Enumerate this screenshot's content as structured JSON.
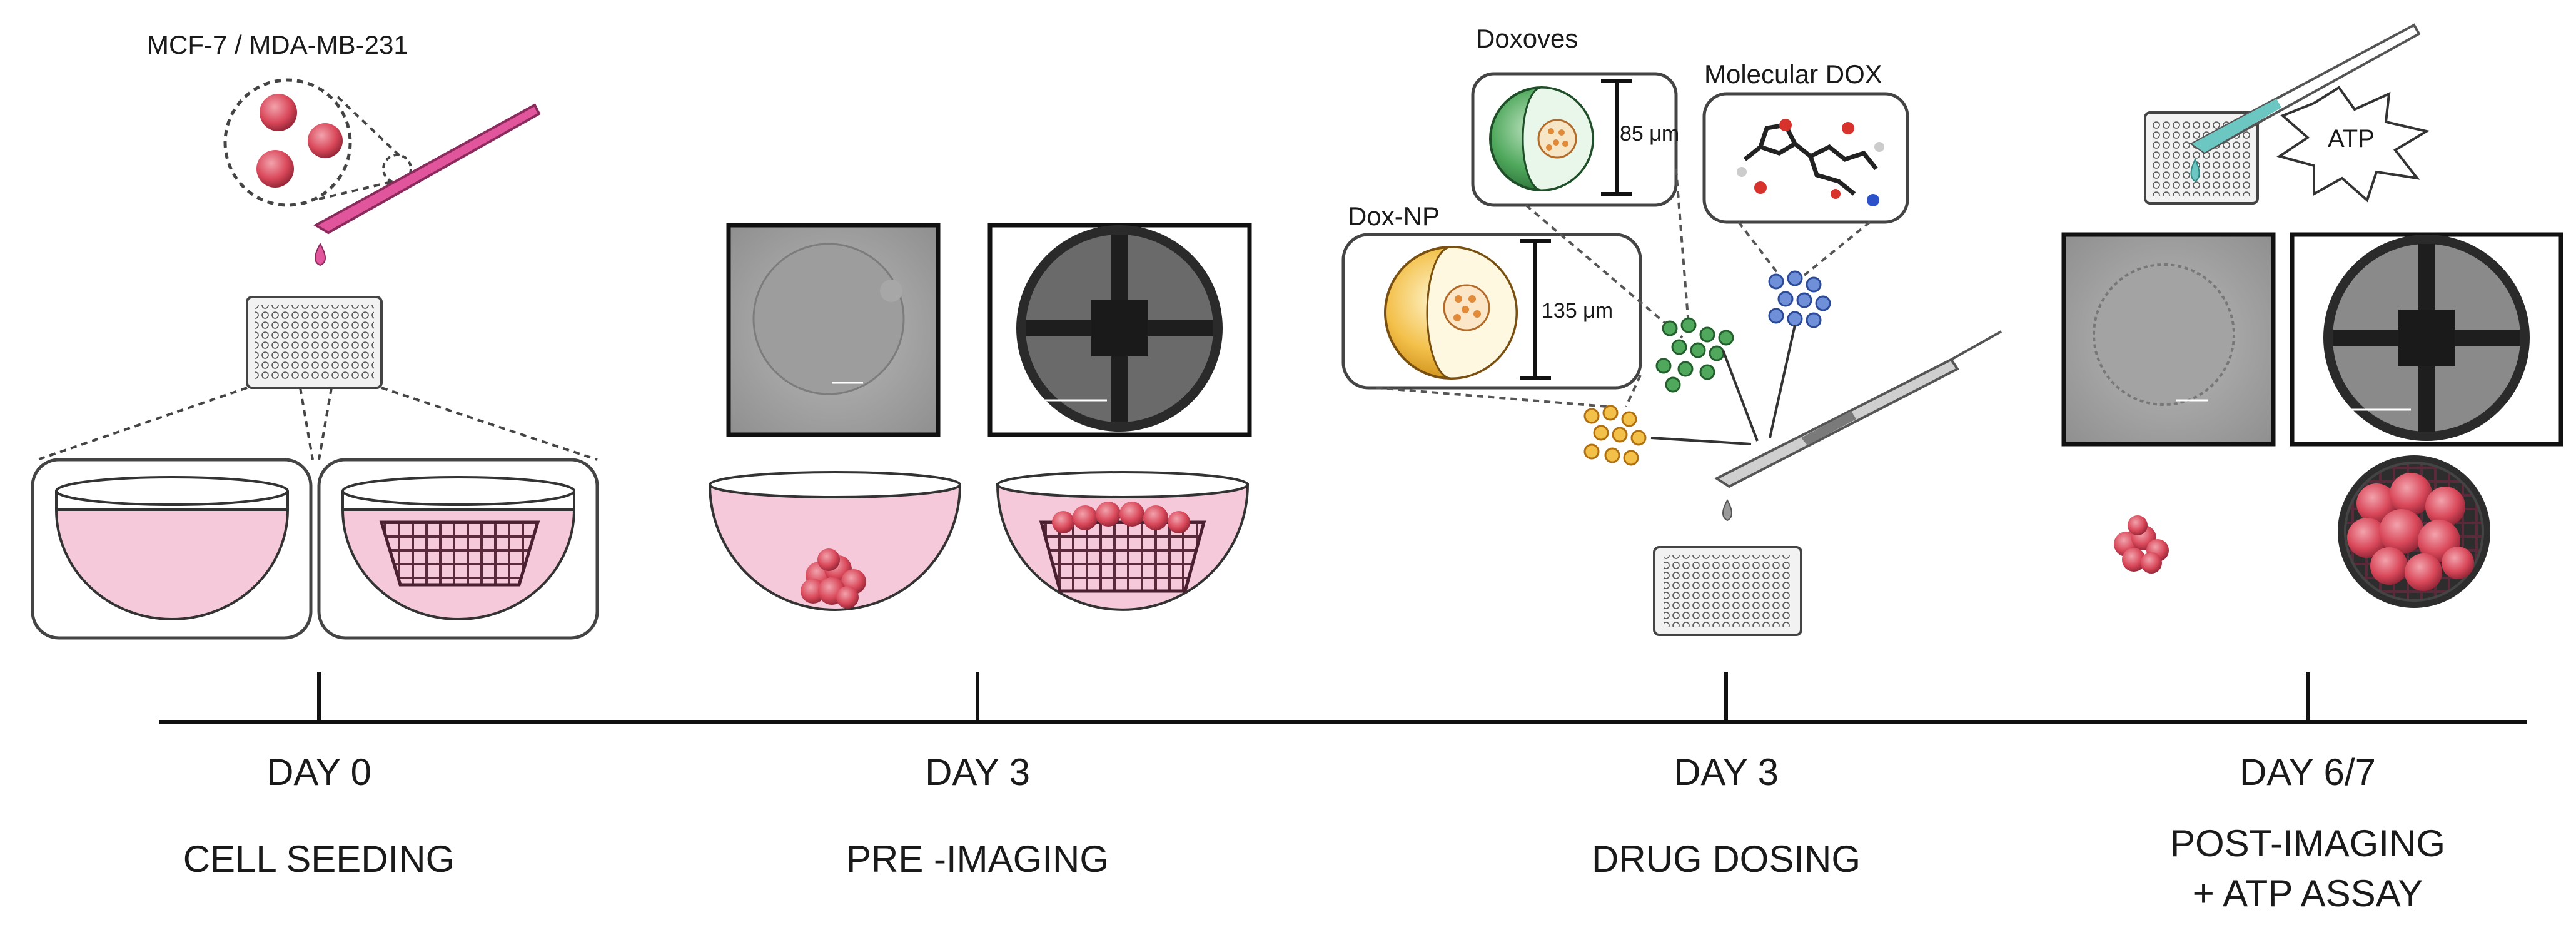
{
  "timeline": {
    "steps": [
      {
        "day": "DAY 0",
        "phase": "CELL SEEDING"
      },
      {
        "day": "DAY 3",
        "phase": "PRE -IMAGING"
      },
      {
        "day": "DAY 3",
        "phase": "DRUG DOSING"
      },
      {
        "day": "DAY 6/7",
        "phase_line1": "POST-IMAGING",
        "phase_line2": "+ ATP ASSAY"
      }
    ]
  },
  "labels": {
    "cell_lines": "MCF-7 / MDA-MB-231",
    "doxoves": "Doxoves",
    "doxoves_size": "85 μm",
    "dox_np": "Dox-NP",
    "dox_np_size": "135 μm",
    "molecular_dox": "Molecular DOX",
    "atp": "ATP"
  },
  "colors": {
    "medium_pink": "#f6c9da",
    "pipette_pink": "#e0559b",
    "spheroid_red": "#d9485a",
    "doxoves_green": "#3f9a52",
    "dox_np_orange": "#f0b43a",
    "molecular_blue": "#4b6fc4",
    "pipette_teal": "#6cc7c2"
  }
}
